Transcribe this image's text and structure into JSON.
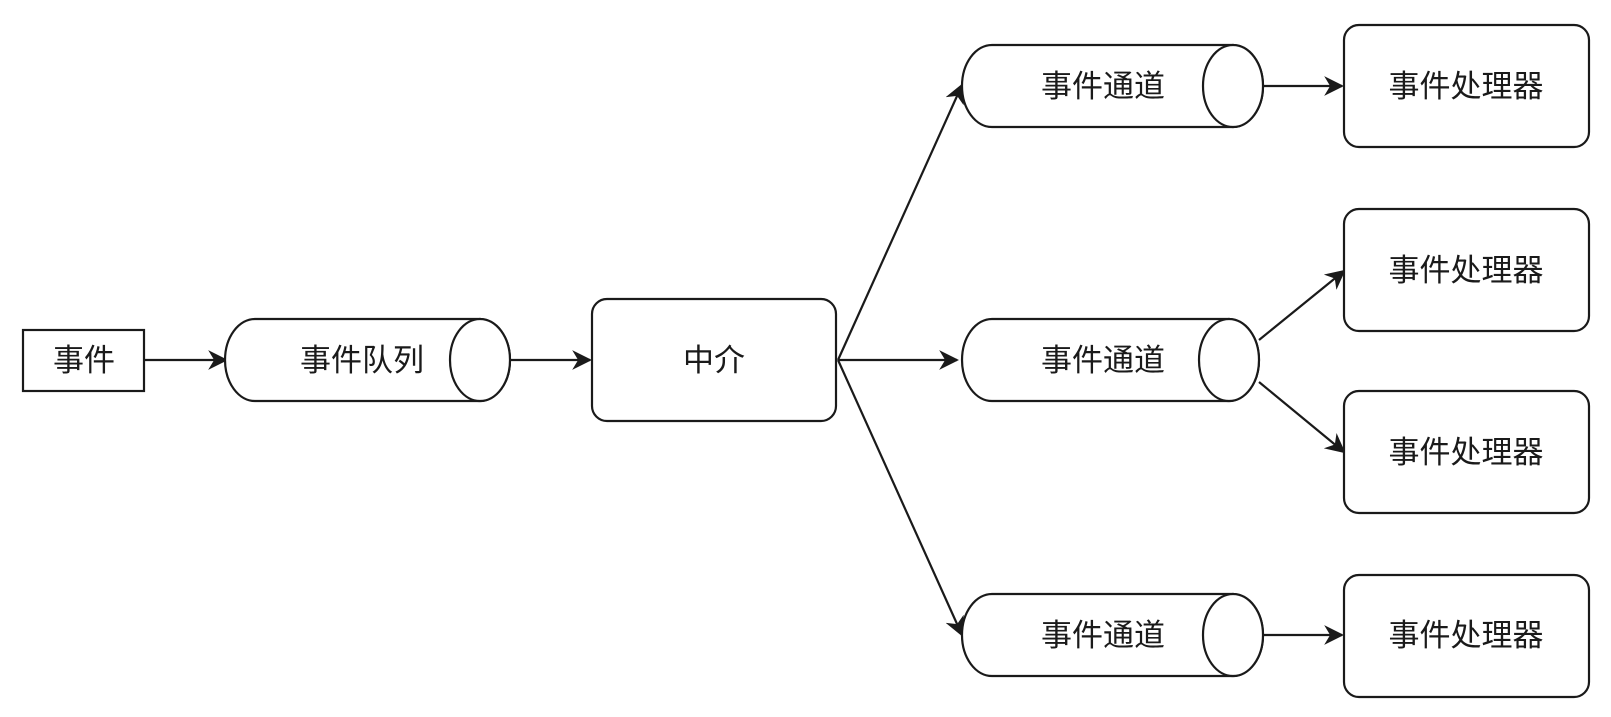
{
  "diagram": {
    "event": "事件",
    "event_queue": "事件队列",
    "mediator": "中介",
    "channels": [
      "事件通道",
      "事件通道",
      "事件通道"
    ],
    "processors": [
      "事件处理器",
      "事件处理器",
      "事件处理器",
      "事件处理器"
    ]
  }
}
